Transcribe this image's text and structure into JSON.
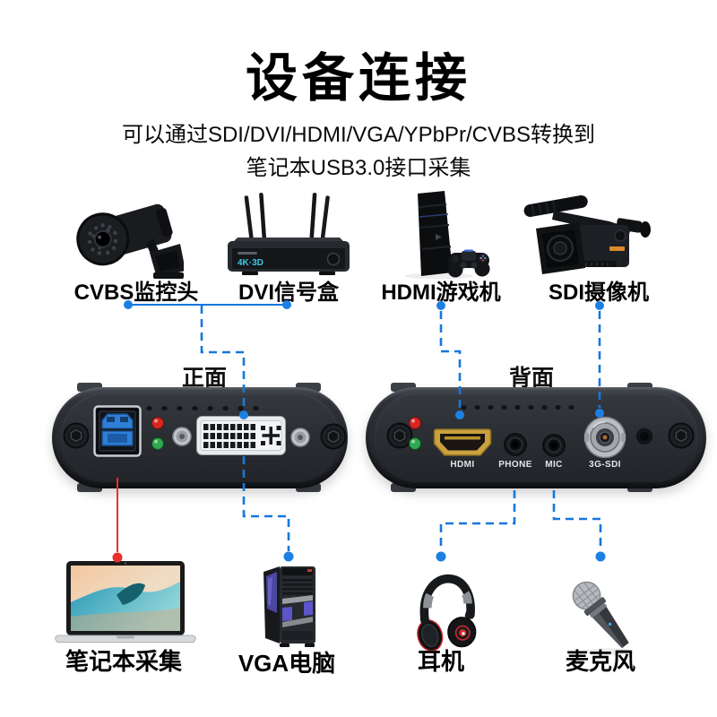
{
  "header": {
    "title": "设备连接",
    "subtitle_line1": "可以通过SDI/DVI/HDMI/VGA/YPbPr/CVBS转换到",
    "subtitle_line2": "笔记本USB3.0接口采集"
  },
  "top_devices": [
    {
      "label": "CVBS监控头",
      "icon": "cvbs-camera-icon"
    },
    {
      "label": "DVI信号盒",
      "icon": "dvi-signal-box-icon",
      "screen_text": "4K·3D"
    },
    {
      "label": "HDMI游戏机",
      "icon": "game-console-icon"
    },
    {
      "label": "SDI摄像机",
      "icon": "sdi-camcorder-icon"
    }
  ],
  "capture_device": {
    "front_view_label": "正面",
    "back_view_label": "背面",
    "back_port_labels": {
      "hdmi": "HDMI",
      "phone": "PHONE",
      "mic": "MIC",
      "sdi": "3G-SDI"
    }
  },
  "bottom_devices": [
    {
      "label": "笔记本采集",
      "icon": "laptop-icon"
    },
    {
      "label": "VGA电脑",
      "icon": "pc-tower-icon"
    },
    {
      "label": "耳机",
      "icon": "headphones-icon"
    },
    {
      "label": "麦克风",
      "icon": "microphone-icon"
    }
  ],
  "colors": {
    "connector_blue": "#1677dd",
    "usb_line_red": "#e8312a",
    "led_red": "#d7261f",
    "led_green": "#2fa84f",
    "dvi_box_screen_cyan": "#3cc9e8"
  }
}
